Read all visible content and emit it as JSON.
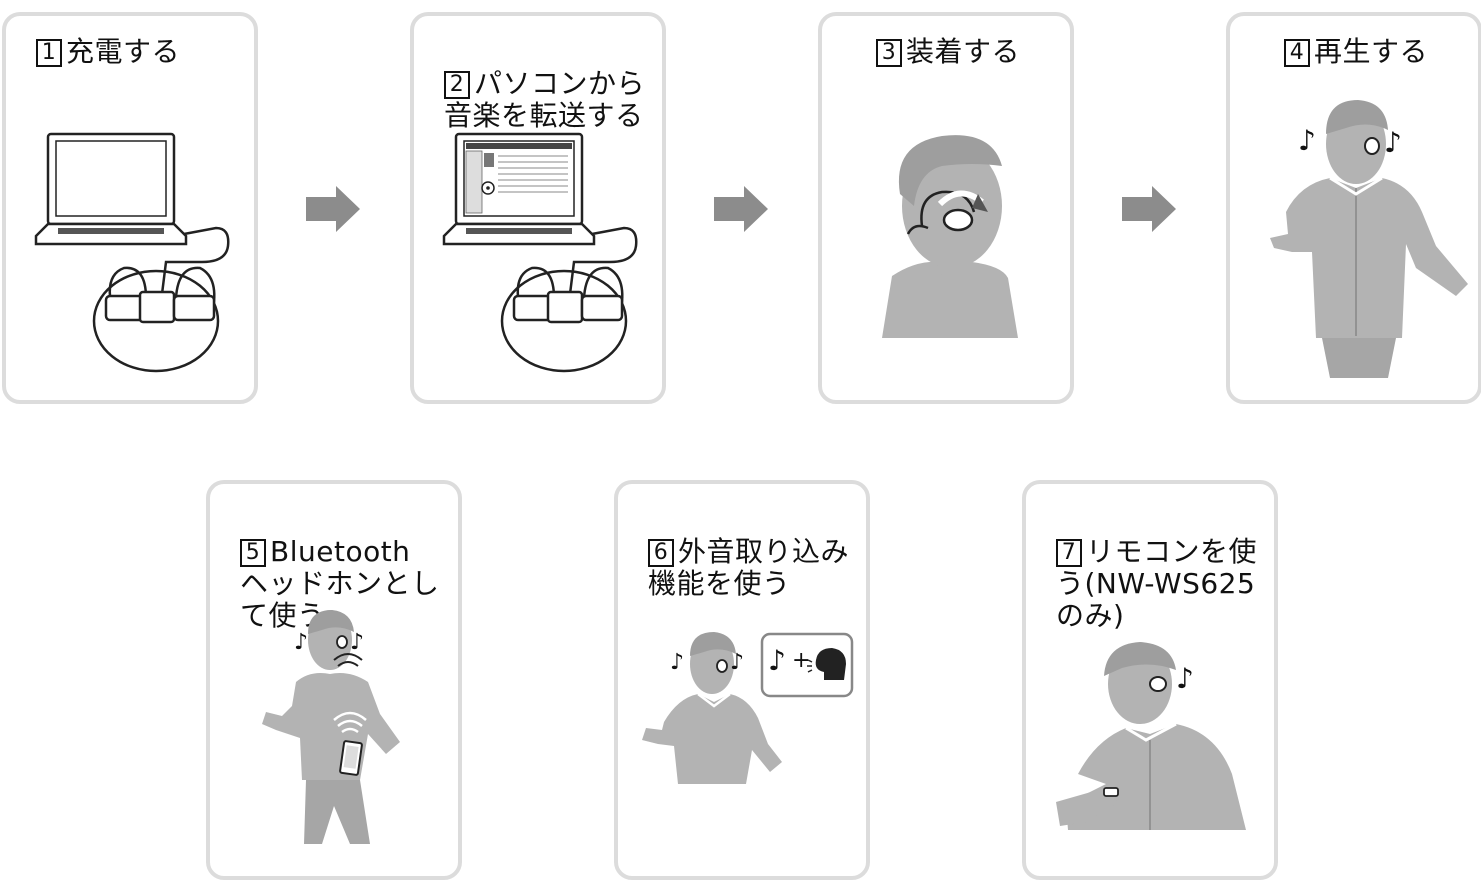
{
  "steps": [
    {
      "num": "1",
      "title": "充電する"
    },
    {
      "num": "2",
      "title": "パソコンから\n音楽を転送する"
    },
    {
      "num": "3",
      "title": "装着する"
    },
    {
      "num": "4",
      "title": "再生する"
    },
    {
      "num": "5",
      "title": "Bluetooth\nヘッドホンとし\nて使う"
    },
    {
      "num": "6",
      "title": "外音取り込み\n機能を使う"
    },
    {
      "num": "7",
      "title": "リモコンを使\nう(NW-WS625\nのみ)"
    }
  ],
  "icons": {
    "music_note": "♪",
    "plus": "+"
  },
  "colors": {
    "card_border": "#dcdcdc",
    "figure_gray": "#b3b3b3",
    "arrow_gray": "#8c8c8c"
  }
}
